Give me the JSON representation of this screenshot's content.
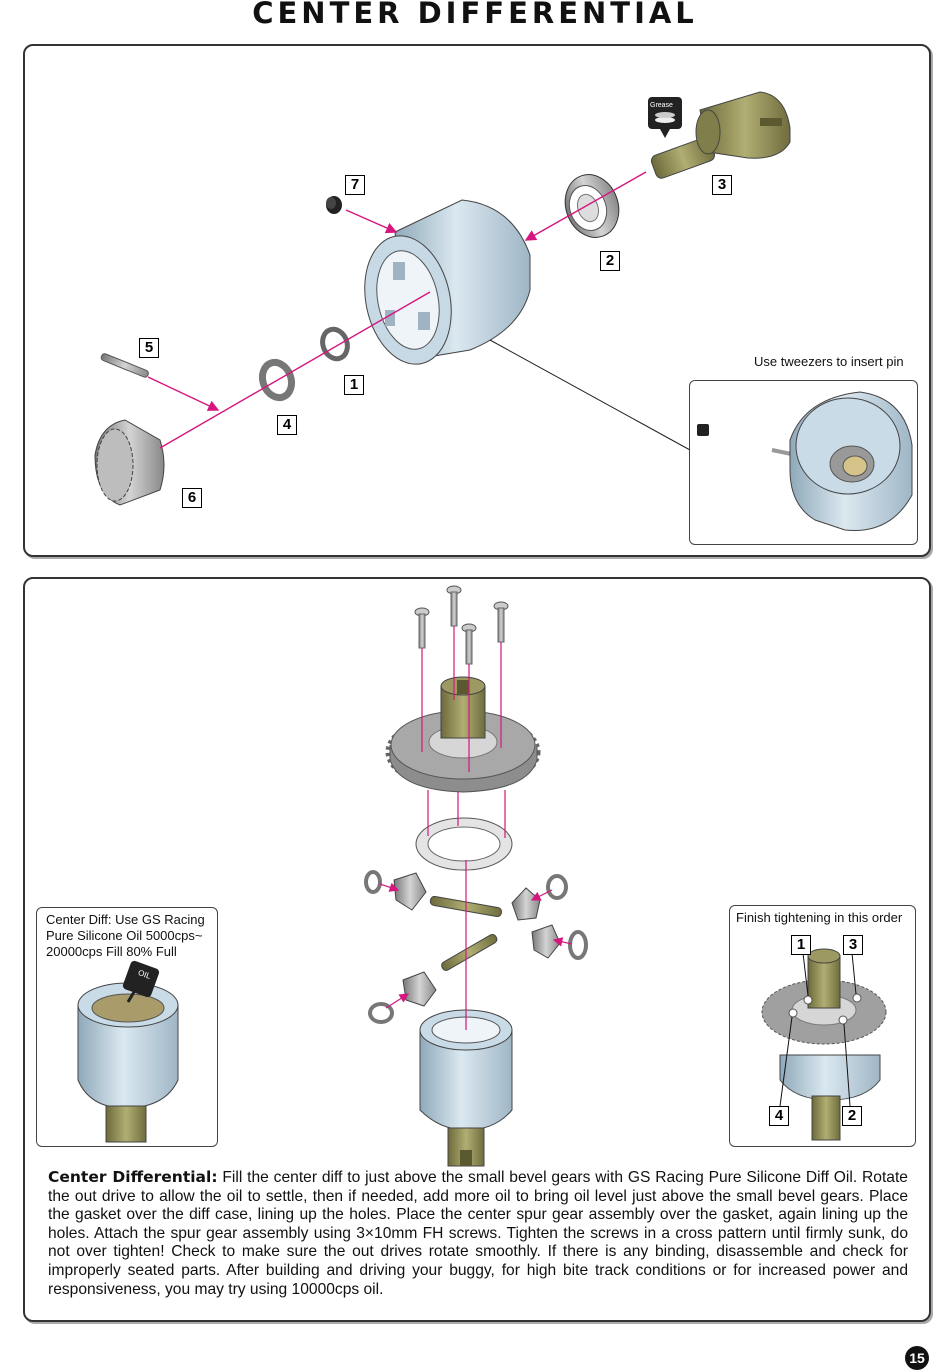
{
  "page_title": "CENTER DIFFERENTIAL",
  "top_panel": {
    "labels": [
      "7",
      "3",
      "2",
      "5",
      "1",
      "4",
      "6"
    ],
    "grease_tag": "Grease",
    "inset_note": "Use tweezers to insert pin"
  },
  "bottom_panel": {
    "left_inset_note": "Center Diff: Use GS Racing Pure Silicone Oil 5000cps~ 20000cps Fill 80% Full",
    "oil_tag": "OIL",
    "right_inset_note": "Finish tightening in this order",
    "order_labels": [
      "1",
      "3",
      "4",
      "2"
    ]
  },
  "instructions": {
    "heading": "Center Differential:",
    "body": "Fill the center diff to just above the small bevel gears with GS Racing Pure Silicone Diff Oil. Rotate the out drive to allow the oil to settle, then if needed, add more oil to bring oil level just above the small bevel gears. Place the gasket over the diff case, lining up the holes. Place the center spur gear assembly over the gasket, again lining up the holes. Attach the spur gear assembly using  3×10mm FH screws. Tighten the screws in a cross pattern until firmly sunk, do not over tighten! Check to make sure the out drives rotate smoothly. If there is any binding, disassemble and check for improperly seated parts. After building and driving your buggy, for high bite track conditions or for increased power and responsiveness, you may try using 10000cps oil."
  },
  "page_number": "15",
  "colors": {
    "part_blue": "#b9cfdc",
    "part_olive": "#8c8a52",
    "arrow_magenta": "#d6157f",
    "gear_grey": "#9a9a9a"
  }
}
